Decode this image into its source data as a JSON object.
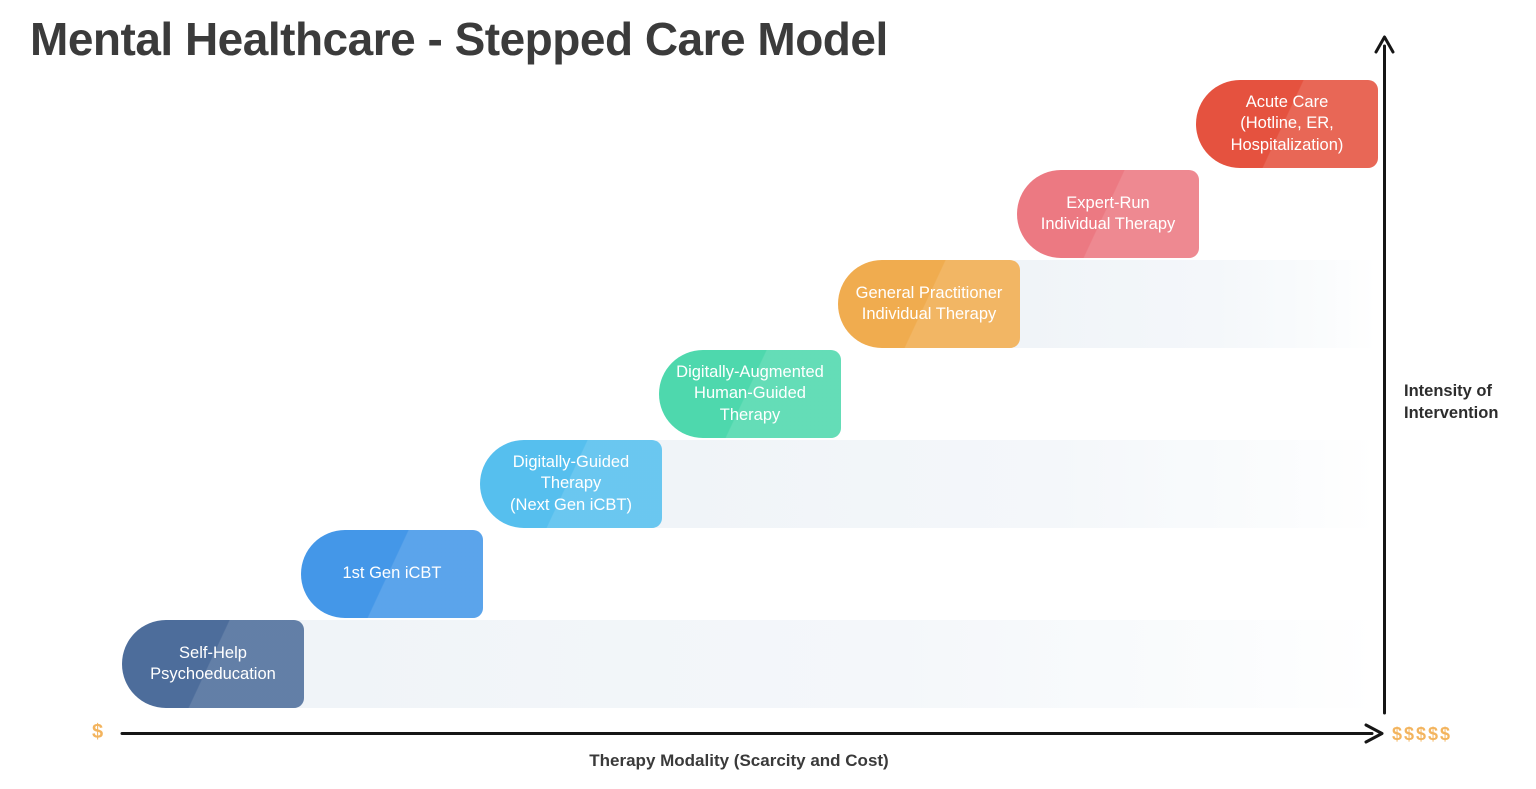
{
  "title": "Mental Healthcare - Stepped Care Model",
  "colors": {
    "title": "#3b3b3b",
    "axis": "#161616",
    "dollar": "#f3b45e",
    "band": "#f0f4f8"
  },
  "steps": [
    {
      "label": "Self-Help\nPsychoeducation",
      "color": "#4d6d9b"
    },
    {
      "label": "1st Gen iCBT",
      "color": "#4497e8"
    },
    {
      "label": "Digitally-Guided\nTherapy\n(Next Gen iCBT)",
      "color": "#56bfee"
    },
    {
      "label": "Digitally-Augmented\nHuman-Guided\nTherapy",
      "color": "#4ed8ad"
    },
    {
      "label": "General Practitioner\nIndividual Therapy",
      "color": "#f0ac4f"
    },
    {
      "label": "Expert-Run\nIndividual Therapy",
      "color": "#ec7982"
    },
    {
      "label": "Acute Care\n(Hotline, ER,\nHospitalization)",
      "color": "#e5523f"
    }
  ],
  "y_axis": {
    "label": "Intensity of\nIntervention"
  },
  "x_axis": {
    "label": "Therapy Modality (Scarcity and Cost)",
    "min_label": "$",
    "max_label": "$$$$$"
  }
}
